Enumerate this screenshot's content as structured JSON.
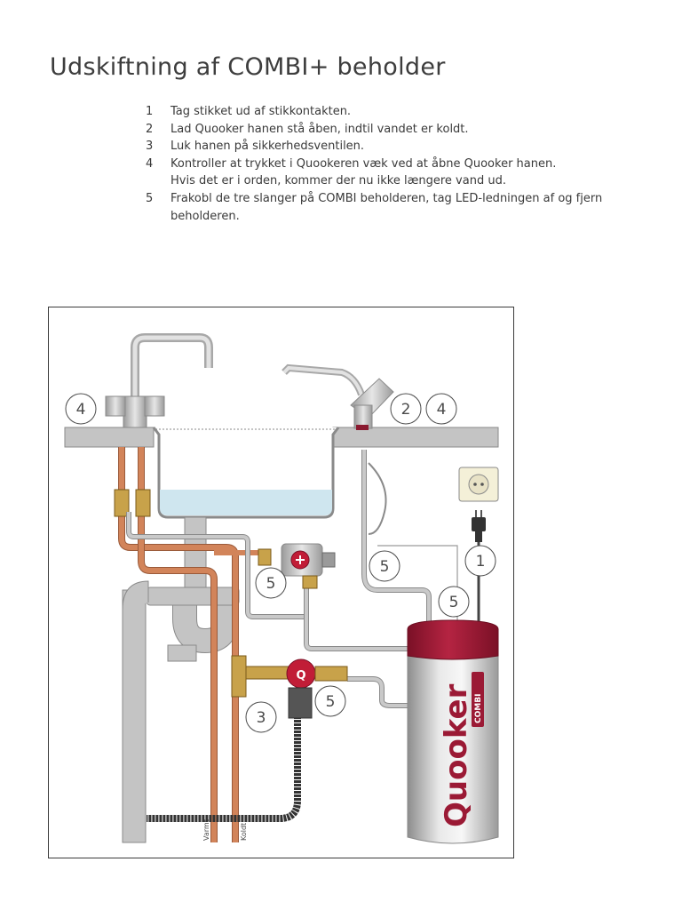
{
  "title": "Udskiftning af COMBI+ beholder",
  "steps": [
    {
      "num": "1",
      "text": "Tag stikket ud af stikkontakten."
    },
    {
      "num": "2",
      "text": "Lad Quooker hanen stå åben, indtil vandet er koldt."
    },
    {
      "num": "3",
      "text": "Luk hanen på sikkerhedsventilen."
    },
    {
      "num": "4",
      "text": "Kontroller at trykket i Quookeren væk ved at åbne Quooker hanen.\nHvis det er i orden, kommer der nu ikke længere vand ud."
    },
    {
      "num": "5",
      "text": "Frakobl de tre slanger på COMBI beholderen, tag LED-ledningen af og fjern beholderen."
    }
  ],
  "diagram": {
    "callouts": {
      "c4_left": "4",
      "c2": "2",
      "c4_right": "4",
      "c1": "1",
      "c5_a": "5",
      "c5_b": "5",
      "c5_c": "5",
      "c5_d": "5",
      "c3": "3"
    },
    "pipe_labels": {
      "warm": "Varmt",
      "cold": "Koldt"
    },
    "tank_brand": "Quooker",
    "tank_model": "COMBI",
    "colors": {
      "hot_pipe": "#d2845a",
      "grey_pipe": "#b9b9b9",
      "tank_red": "#9b1a35",
      "water": "#cfe6ef"
    }
  }
}
